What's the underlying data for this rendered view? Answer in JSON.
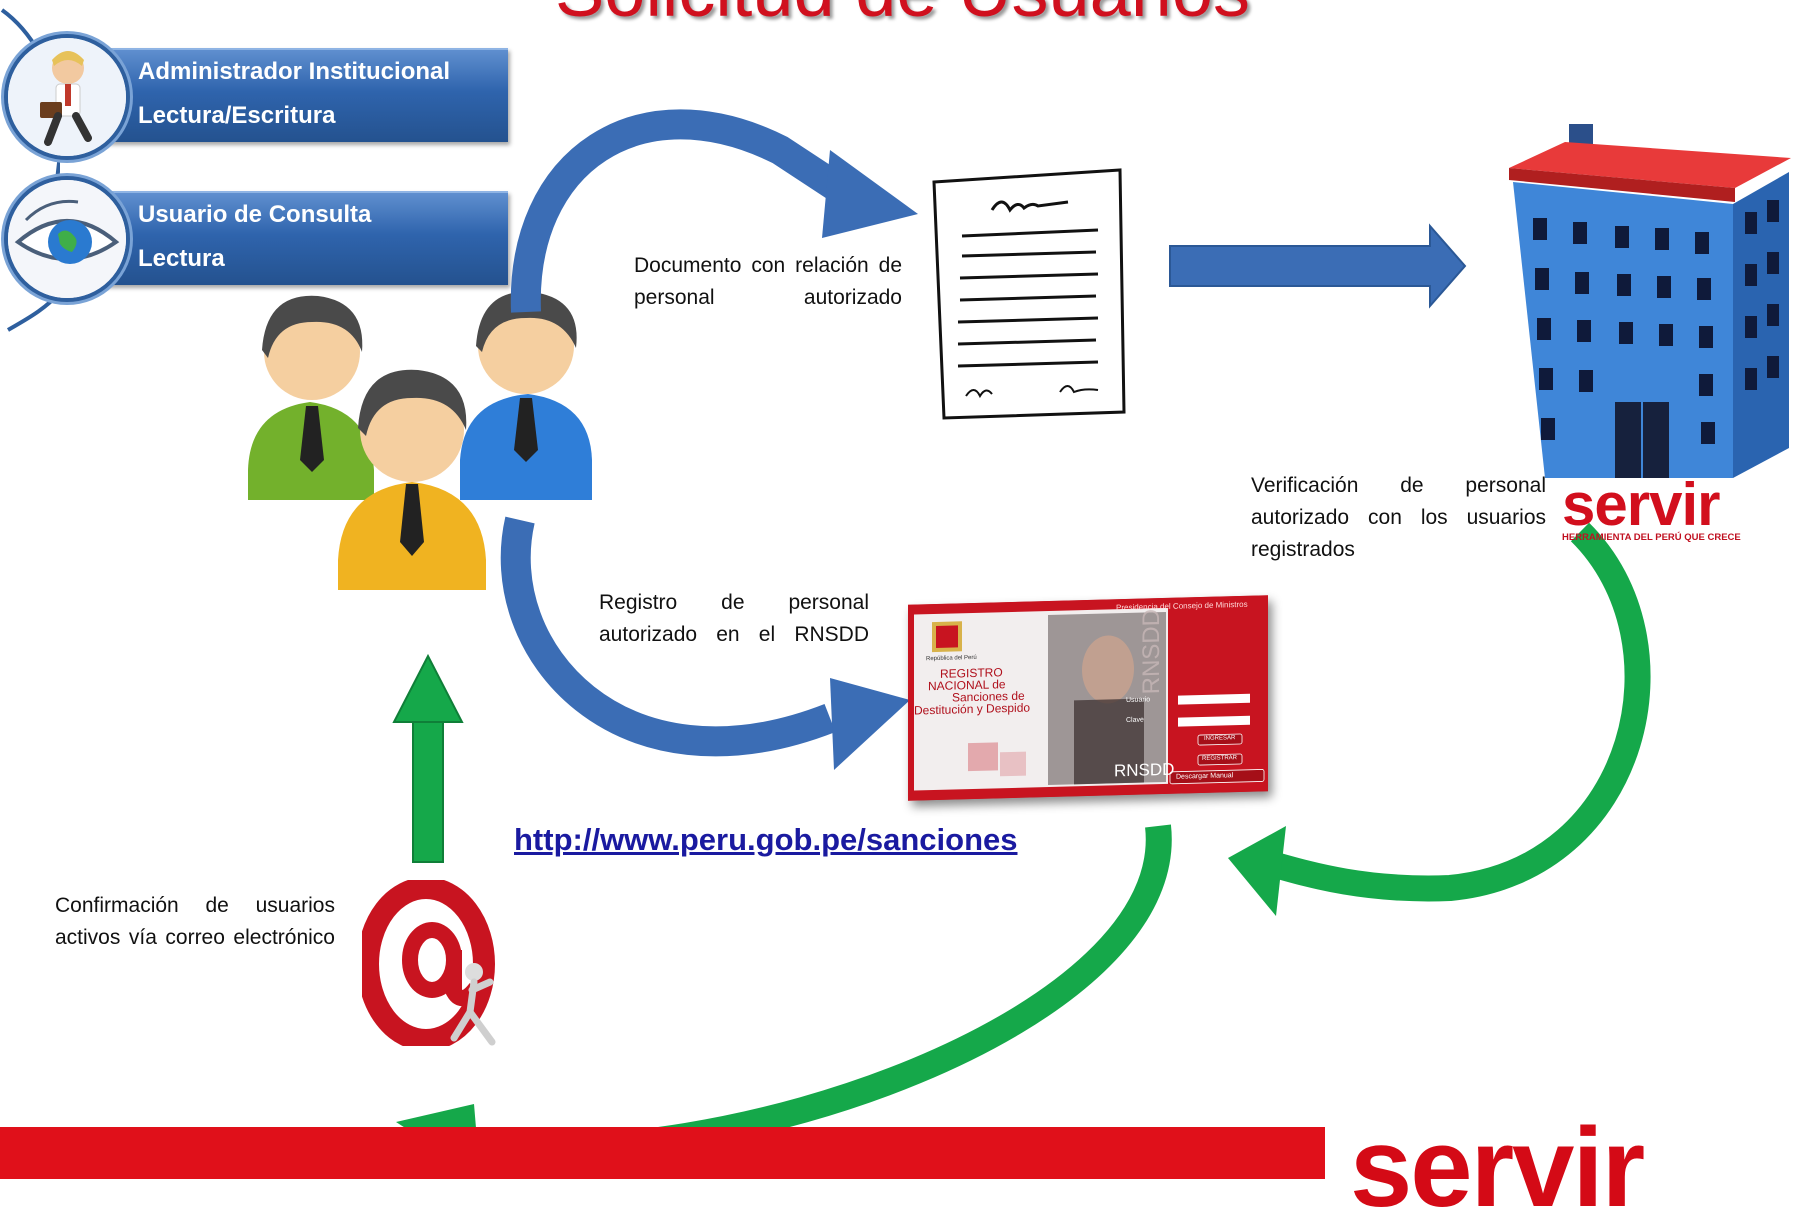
{
  "title": "Solicitud de Usuarios",
  "roles": [
    {
      "name": "Administrador Institucional",
      "access": "Lectura/Escritura",
      "icon": "businessman-running-icon"
    },
    {
      "name": "Usuario de Consulta",
      "access": "Lectura",
      "icon": "eye-globe-icon"
    }
  ],
  "steps": {
    "documento": "Documento con relación de personal autorizado",
    "verificacion": "Verificación de personal autorizado con los usuarios registrados",
    "registro": "Registro de personal autorizado en el RNSDD",
    "confirmacion": "Confirmación de usuarios activos vía correo electrónico"
  },
  "url": "http://www.peru.gob.pe/sanciones",
  "servir_logo": {
    "word": "servir",
    "tagline": "HERRAMIENTA DEL PERÚ QUE CRECE"
  },
  "footer_logo": "servir",
  "rnsdd_screen": {
    "header": "Presidencia del Consejo de Ministros",
    "republic": "República del Perú",
    "title_lines": [
      "REGISTRO",
      "NACIONAL de",
      "Sanciones de",
      "Destitución y Despido"
    ],
    "label_usuario": "Usuario",
    "label_clave": "Clave",
    "btn_ingresar": "INGRESAR",
    "btn_registrar": "REGISTRAR",
    "btn_manual": "Descargar Manual",
    "badge": "RNSDD",
    "vertical_text": "RNSDD"
  },
  "colors": {
    "title_red": "#d0101e",
    "role_blue": "#2f64ad",
    "flow_blue": "#3b6db5",
    "flow_green": "#15a84a",
    "footer_red": "#e0101a"
  }
}
